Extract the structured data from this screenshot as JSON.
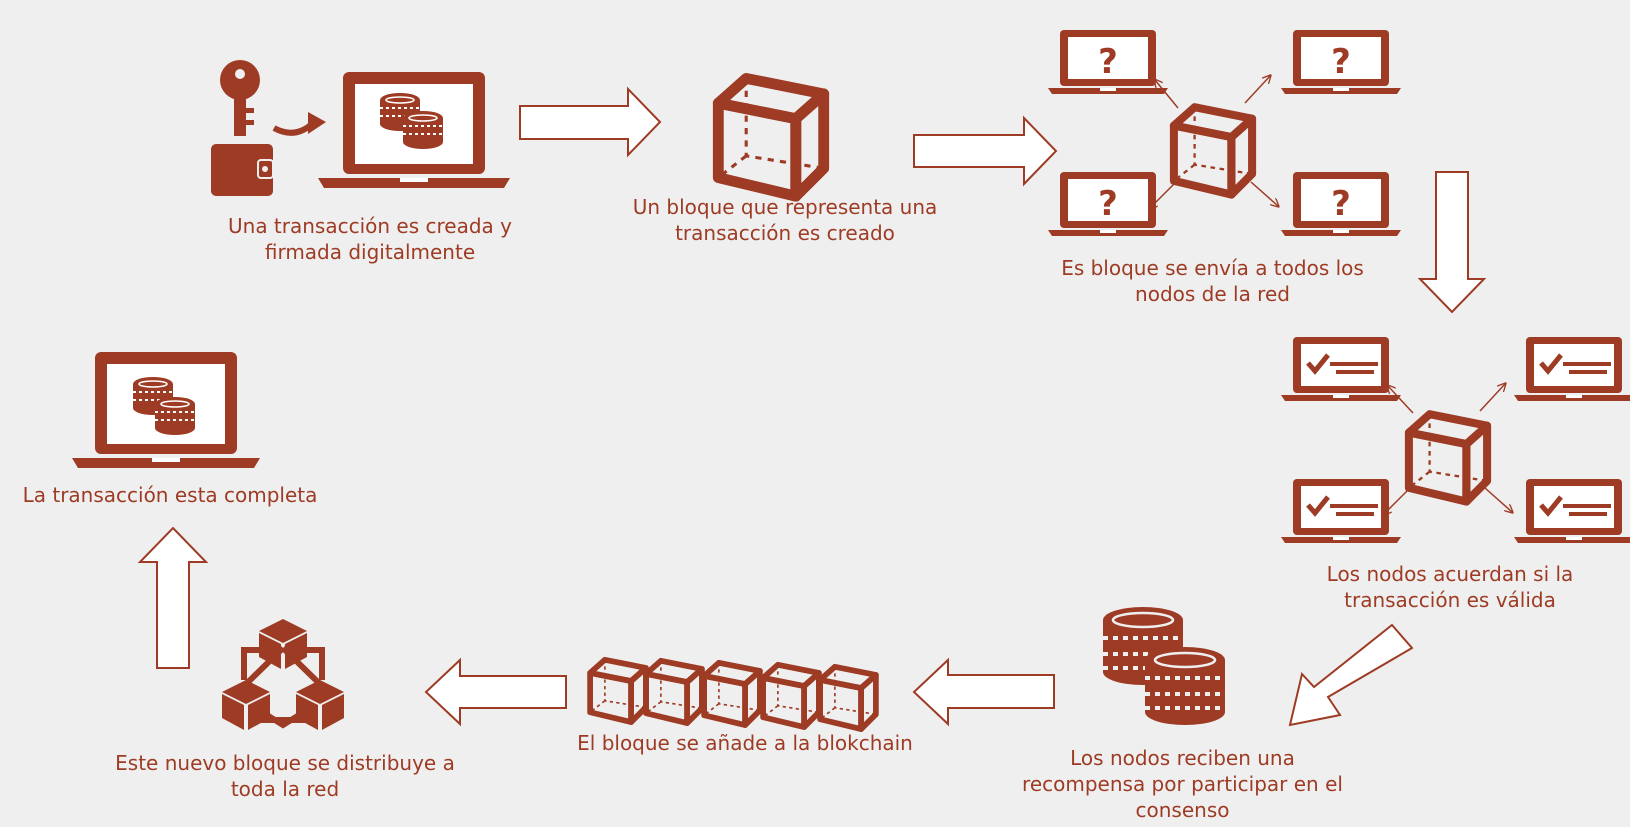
{
  "colors": {
    "primary": "#9e3b24",
    "background": "#efefef",
    "arrow_fill": "#ffffff",
    "screen": "#ffffff"
  },
  "steps": [
    {
      "id": "create",
      "label": "Una transacción es creada y\nfirmada digitalmente",
      "icons": [
        "key-icon",
        "wallet-icon",
        "laptop-coins-icon"
      ]
    },
    {
      "id": "block",
      "label": "Un bloque que representa una\ntransacción es creado",
      "icons": [
        "cube-icon"
      ]
    },
    {
      "id": "broadcast",
      "label": "Es bloque se envía a todos los\nnodos de la red",
      "icons": [
        "cube-icon",
        "laptop-question-icon"
      ]
    },
    {
      "id": "validate",
      "label": "Los nodos acuerdan si la\ntransacción es válida",
      "icons": [
        "cube-icon",
        "laptop-check-icon"
      ]
    },
    {
      "id": "reward",
      "label": "Los nodos reciben una\nrecompensa por participar en el\nconsenso",
      "icons": [
        "coins-icon"
      ]
    },
    {
      "id": "append",
      "label": "El bloque se añade a la blokchain",
      "icons": [
        "blockchain-icon"
      ]
    },
    {
      "id": "distribute",
      "label": "Este nuevo bloque se distribuye a\ntoda la red",
      "icons": [
        "network-cubes-icon"
      ]
    },
    {
      "id": "complete",
      "label": "La transacción esta completa",
      "icons": [
        "laptop-coins-icon"
      ]
    }
  ]
}
